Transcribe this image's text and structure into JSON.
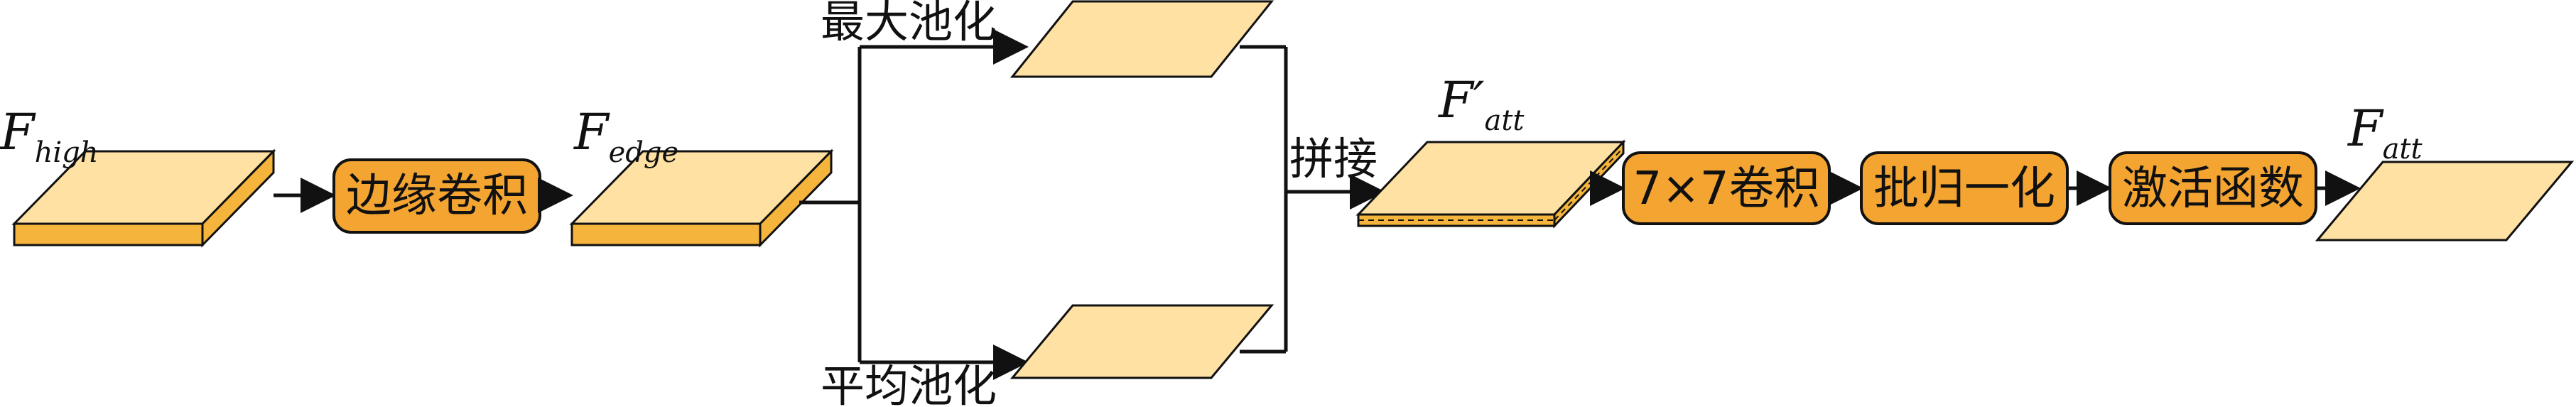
{
  "colors": {
    "slab_top": "#ffe1a3",
    "slab_side": "#f5b53c",
    "box_fill": "#f4a531",
    "stroke": "#111111"
  },
  "labels": {
    "f_high": {
      "main": "F",
      "sub": "high"
    },
    "f_edge": {
      "main": "F",
      "sub": "edge"
    },
    "f_att_prime": {
      "main": "F′",
      "sub": "att"
    },
    "f_att": {
      "main": "F",
      "sub": "att"
    },
    "max_pool": "最大池化",
    "avg_pool": "平均池化",
    "concat": "拼接"
  },
  "boxes": {
    "edge_conv": "边缘卷积",
    "conv7": "7×7卷积",
    "batch_norm": "批归一化",
    "activation": "激活函数"
  }
}
